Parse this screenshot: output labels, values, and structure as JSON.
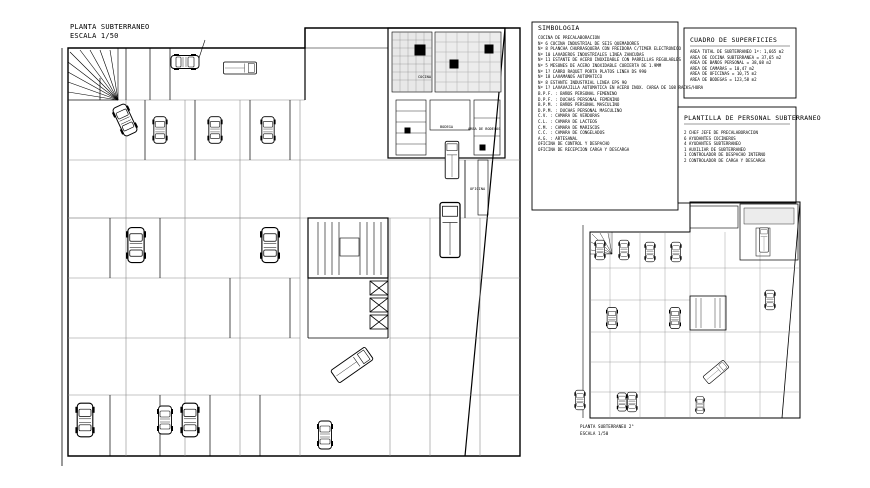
{
  "main_plan": {
    "title": "PLANTA SUBTERRANEO",
    "scale": "ESCALA 1/50"
  },
  "secondary_plan": {
    "title": "PLANTA SUBTERRANEO 2°",
    "scale": "ESCALA 1/50"
  },
  "symbology": {
    "title": "SIMBOLOGIA",
    "items": [
      "COCINA DE PRECALABORACION",
      "Nº 6 COCINA INDUSTRIAL DE SEIS QUEMADORES",
      "Nº 8 PLANCHA CHURRASQUERA CON FREIDORA C/TIMER ELECTRONICO",
      "Nº 10 LAVADEROS INDUSTRIALES LINEA ZANCUDAS",
      "Nº 11 ESTANTE DE ACERO INOXIDABLE CON PARRILLAS REGULABLES",
      "Nº 5 MESONES DE ACERO INOXIDABLE CUBIERTA DE 1.9MM",
      "Nº 1? CARRO RAQUET PORTA PLATOS LINEA DS 990",
      "Nº 18 LAVAMANOS AUTOMATICO",
      "Nº 8 ESTANTE INDUSTRIAL LINEA EPS 90",
      "Nº 1? LAVAVAJILLA AUTOMATICA EN ACERO INOX. CARGA DE 108 RACKS/HORA",
      "B.P.F. : BAÑOS PERSONAL FEMENINO",
      "D.P.F. : DUCHAS PERSONAL FEMENINO",
      "B.P.M. : BAÑOS PERSONAL MASCULINO",
      "D.P.M. : DUCHAS PERSONAL MASCULINO",
      "C.V. : CAMARA DE VERDURAS",
      "C.L. : CAMARA DE LACTEOS",
      "C.M. : CAMARA DE MARISCOS",
      "C.C. : CAMARA DE CONGELADOS",
      "A.G. : ARTESANAL",
      "OFICINA DE CONTROL Y DESPACHO",
      "OFICINA DE RECEPCION CARGA Y DESCARGA"
    ]
  },
  "areas": {
    "title": "CUADRO DE SUPERFICIES",
    "items": [
      "AREA TOTAL DE SUBTERRANEO 1º: 1,665 m2",
      "AREA DE COCINA SUBTERRANEA = 37,65 m2",
      "AREA DE BAÑOS PERSONAL = 38,08 m2",
      "AREA DE CAMARAS = 10,47 m2",
      "AREA DE OFICINAS = 10,75 m2",
      "AREA DE BODEGAS = 123,58 m2"
    ]
  },
  "staff": {
    "title": "PLANTILLA DE PERSONAL SUBTERRANEO",
    "items": [
      "2 CHEF JEFE DE PRECALABORACION",
      "6 AYUDANTES COCINEROS",
      "4 AYUDANTES SUBTERRANEO",
      "1 AUXILIAR DE SUBTERRANEO",
      "1 CONTROLADOR DE DESPACHO INTERNO",
      "2 CONTROLADOR DE CARGA Y DESCARGA"
    ]
  },
  "room_labels": {
    "cocina": "COCINA",
    "bodega": "BODEGA",
    "area_bodegas": "AREA DE BODEGAS",
    "oficina": "OFICINA"
  },
  "colors": {
    "ink": "#000000",
    "paper": "#ffffff",
    "gray": "#8a8a8a",
    "hatch": "#b5b5b5"
  }
}
